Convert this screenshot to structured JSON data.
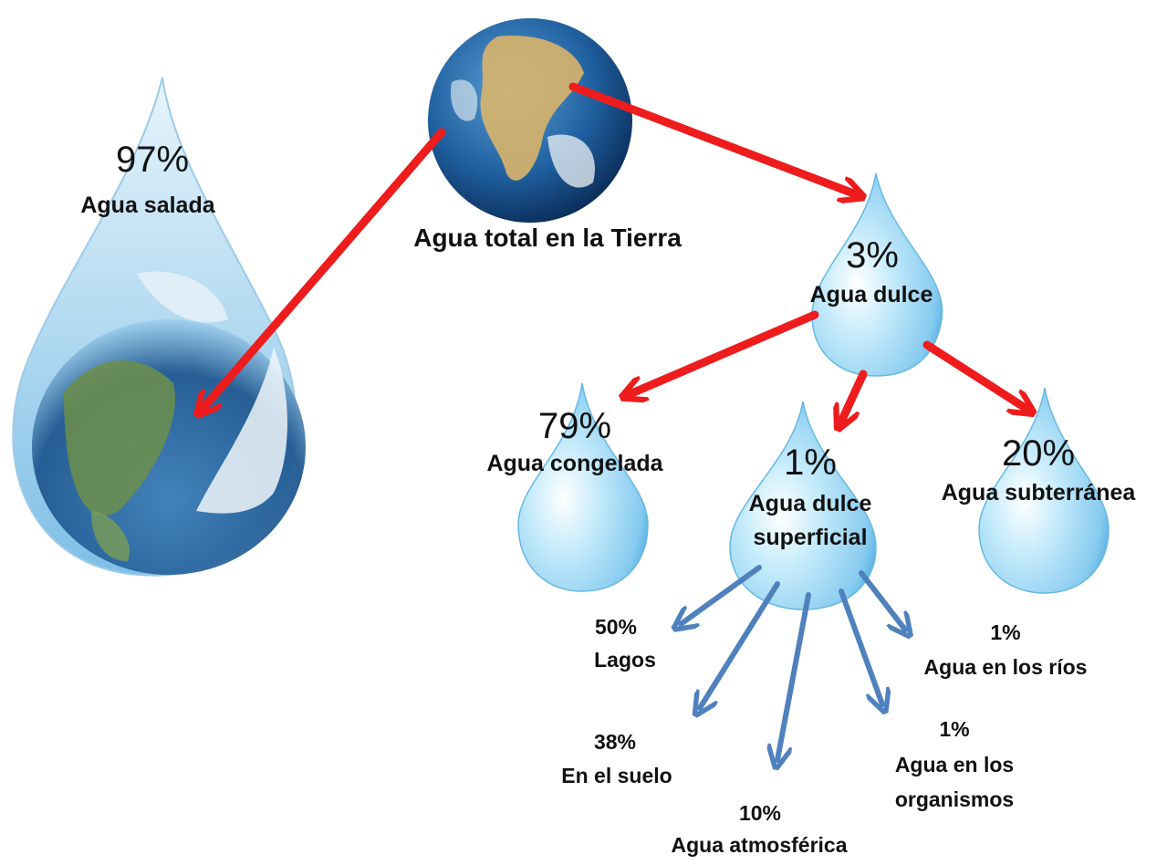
{
  "total": {
    "label": "Agua total en la Tierra"
  },
  "salada": {
    "percent": "97%",
    "label": "Agua salada"
  },
  "dulce": {
    "percent": "3%",
    "label": "Agua dulce"
  },
  "congelada": {
    "percent": "79%",
    "label": "Agua congelada"
  },
  "superficial": {
    "percent": "1%",
    "label_line1": "Agua dulce",
    "label_line2": "superficial"
  },
  "subterranea": {
    "percent": "20%",
    "label": "Agua subterránea"
  },
  "lagos": {
    "percent": "50%",
    "label": "Lagos"
  },
  "suelo": {
    "percent": "38%",
    "label": "En el suelo"
  },
  "atmosferica": {
    "percent": "10%",
    "label": "Agua atmosférica"
  },
  "organismos": {
    "percent": "1%",
    "label_line1": "Agua en los",
    "label_line2": "organismos"
  },
  "rios": {
    "percent": "1%",
    "label": "Agua en los ríos"
  },
  "colors": {
    "red_arrow": "#ee1c1c",
    "blue_arrow": "#4f81bd",
    "drop_light": "#d6f0fb",
    "drop_mid": "#8fd0f0",
    "drop_dark": "#3a9fd8"
  }
}
